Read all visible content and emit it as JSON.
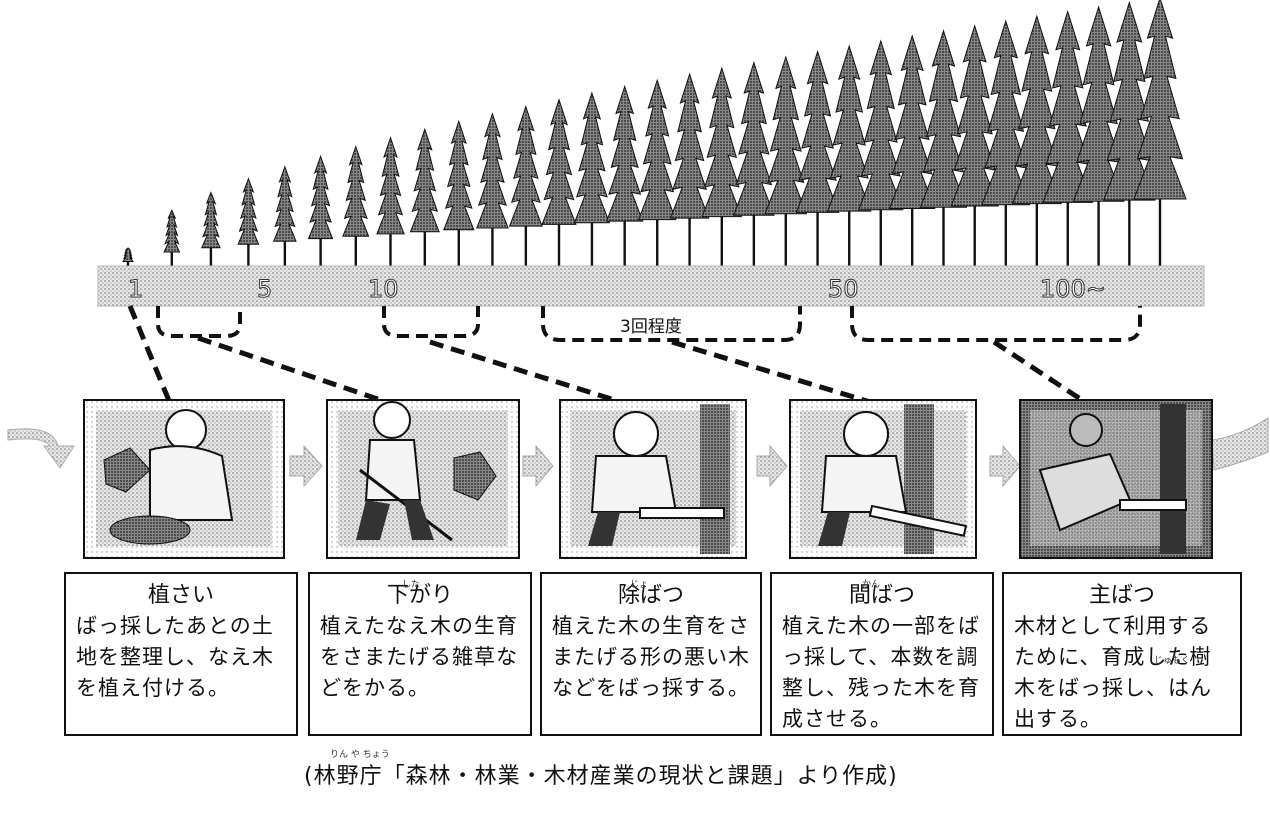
{
  "timeline": {
    "ticks": [
      "1",
      "5",
      "10",
      "50",
      "100~"
    ],
    "thinning_label": "3回程度"
  },
  "stages": [
    {
      "title": "植さい",
      "ruby": "",
      "text": "ばっ採したあとの土地を整理し、なえ木を植え付ける。",
      "icon": "planting-illustration"
    },
    {
      "title": "下がり",
      "ruby": "した",
      "text": "植えたなえ木の生育をさまたげる雑草などをかる。",
      "icon": "weeding-illustration"
    },
    {
      "title": "除ばつ",
      "ruby": "じょ",
      "text": "植えた木の生育をさまたげる形の悪い木などをばっ採する。",
      "icon": "cleaning-cut-illustration"
    },
    {
      "title": "間ばつ",
      "ruby": "かん",
      "text": "植えた木の一部をばっ採して、本数を調整し、残った木を育成させる。",
      "icon": "thinning-illustration"
    },
    {
      "title": "主ばつ",
      "ruby": "",
      "text": "木材として利用するために、育成した樹木をばっ採し、はん出する。",
      "icon": "final-harvest-illustration"
    }
  ],
  "ruby_jumoku": "じゅもく",
  "source": {
    "ruby": "りん や ちょう",
    "text": "(林野庁「森林・林業・木材産業の現状と課題」より作成)"
  }
}
